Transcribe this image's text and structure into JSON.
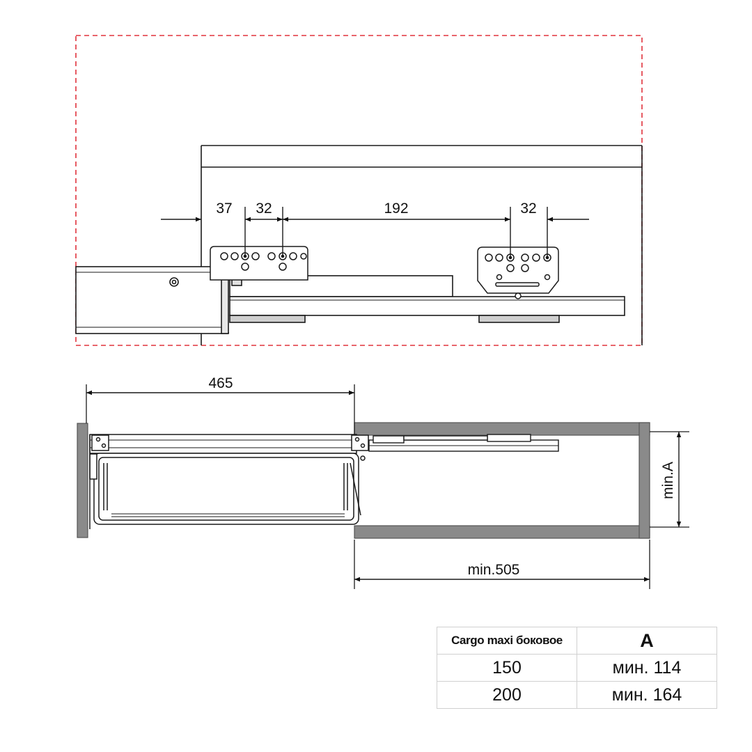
{
  "top_view": {
    "dim_37": "37",
    "dim_32_left": "32",
    "dim_192": "192",
    "dim_32_right": "32"
  },
  "side_view": {
    "dim_465": "465",
    "dim_min505": "min.505",
    "dim_minA": "min.A"
  },
  "spec_table": {
    "headers": [
      "Cargo maxi боковое",
      "A"
    ],
    "rows": [
      [
        "150",
        "мин. 114"
      ],
      [
        "200",
        "мин. 164"
      ]
    ]
  },
  "colors": {
    "outline": "#1a1a1a",
    "dashed_boundary": "#e0323c",
    "cabinet_panel": "#8a8a8a"
  }
}
